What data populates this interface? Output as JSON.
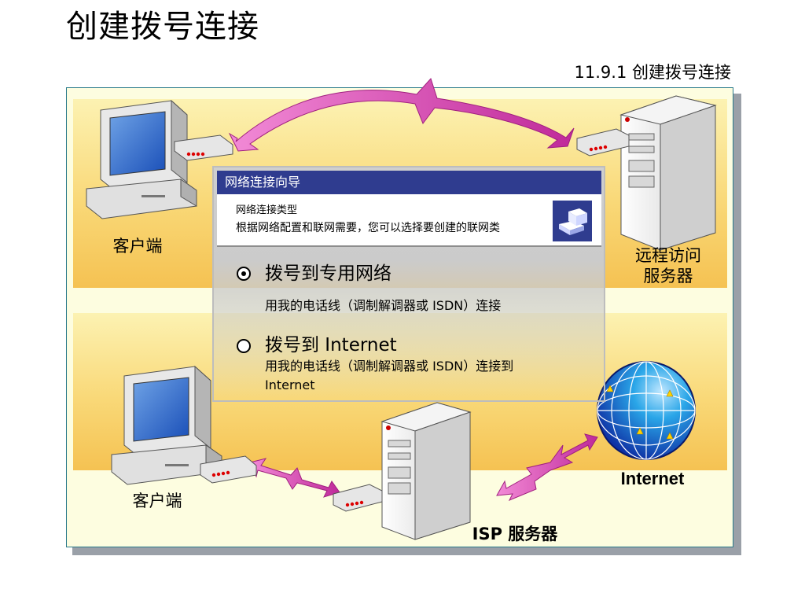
{
  "page": {
    "title": "创建拨号连接",
    "section_label": "11.9.1 创建拨号连接"
  },
  "diagram": {
    "top_client_label": "客户端",
    "remote_server_label_line1": "远程访问",
    "remote_server_label_line2": "服务器",
    "bottom_client_label": "客户端",
    "internet_label": "Internet",
    "isp_server_label": "ISP 服务器",
    "colors": {
      "link_arrow": "#e040b0",
      "band": "#f9d877",
      "frame_border": "#2a7a8a"
    }
  },
  "wizard": {
    "title": "网络连接向导",
    "header_title": "网络连接类型",
    "header_desc": "根据网络配置和联网需要，您可以选择要创建的联网类",
    "header_icon": "network-connection-icon",
    "options": [
      {
        "label": "拨号到专用网络",
        "desc": "用我的电话线（调制解调器或 ISDN）连接",
        "selected": true
      },
      {
        "label": "拨号到 Internet",
        "desc_line1": "用我的电话线（调制解调器或 ISDN）连接到",
        "desc_line2": "Internet",
        "selected": false
      }
    ],
    "colors": {
      "titlebar": "#2f3c8f"
    }
  }
}
